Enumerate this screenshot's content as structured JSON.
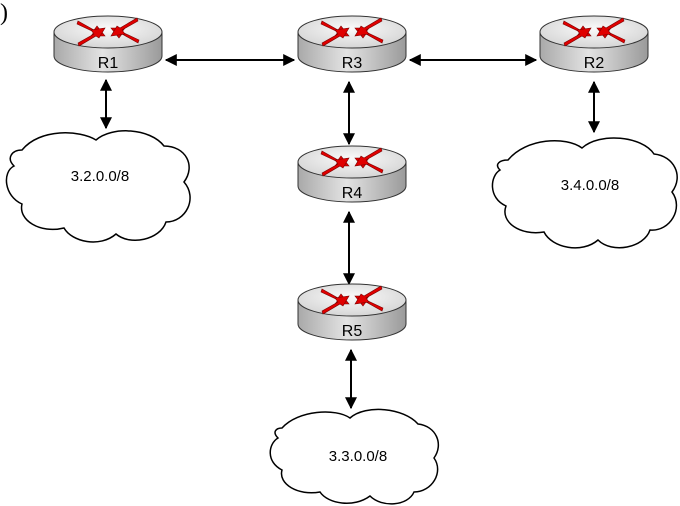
{
  "diagram": {
    "corner_mark": ")",
    "routers": [
      {
        "id": "r1",
        "label": "R1"
      },
      {
        "id": "r2",
        "label": "R2"
      },
      {
        "id": "r3",
        "label": "R3"
      },
      {
        "id": "r4",
        "label": "R4"
      },
      {
        "id": "r5",
        "label": "R5"
      }
    ],
    "networks": [
      {
        "id": "net-a",
        "label": "3.2.0.0/8"
      },
      {
        "id": "net-b",
        "label": "3.4.0.0/8"
      },
      {
        "id": "net-c",
        "label": "3.3.0.0/8"
      }
    ],
    "links": [
      {
        "from": "R1",
        "to": "R3"
      },
      {
        "from": "R3",
        "to": "R2"
      },
      {
        "from": "R3",
        "to": "R4"
      },
      {
        "from": "R4",
        "to": "R5"
      },
      {
        "from": "R1",
        "to": "3.2.0.0/8"
      },
      {
        "from": "R2",
        "to": "3.4.0.0/8"
      },
      {
        "from": "R5",
        "to": "3.3.0.0/8"
      }
    ],
    "colors": {
      "router_body": "#c8c8c8",
      "router_top": "#e6e6e6",
      "arrow_red": "#e00000",
      "link": "#000000"
    }
  }
}
